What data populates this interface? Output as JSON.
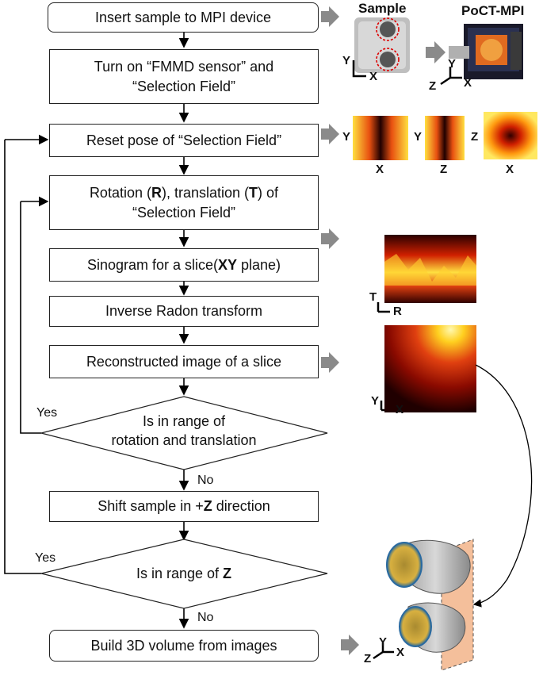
{
  "flow": {
    "step1": "Insert sample to MPI device",
    "step2a": "Turn on “FMMD sensor” and",
    "step2b": "“Selection Field”",
    "step3": "Reset pose of “Selection Field”",
    "step4a_pre": "Rotation (",
    "step4a_R": "R",
    "step4a_mid": "), translation (",
    "step4a_T": "T",
    "step4a_post": ") of",
    "step4b": "“Selection Field”",
    "step5_pre": "Sinogram for a slice(",
    "step5_bold": "XY",
    "step5_post": " plane)",
    "step6": "Inverse Radon transform",
    "step7": "Reconstructed image of a slice",
    "decision1a": "Is in range of",
    "decision1b": "rotation and translation",
    "step8_pre": "Shift sample in +",
    "step8_bold": "Z",
    "step8_post": " direction",
    "decision2_pre": "Is in range of ",
    "decision2_bold": "Z",
    "step9": "Build 3D volume from images",
    "yes1": "Yes",
    "no1": "No",
    "yes2": "Yes",
    "no2": "No"
  },
  "images": {
    "sample_title": "Sample",
    "device_title": "PoCT-MPI",
    "axis_Y": "Y",
    "axis_X": "X",
    "axis_Z": "Z",
    "axis_T": "T",
    "axis_R": "R"
  },
  "colors": {
    "arrow_gray": "#8a8a8a",
    "heat_dark": "#1a0000",
    "heat_mid": "#d02000",
    "heat_light": "#ffdc20",
    "tissue_gold": "#c9a03a",
    "plane_peach": "#f3b48a"
  }
}
